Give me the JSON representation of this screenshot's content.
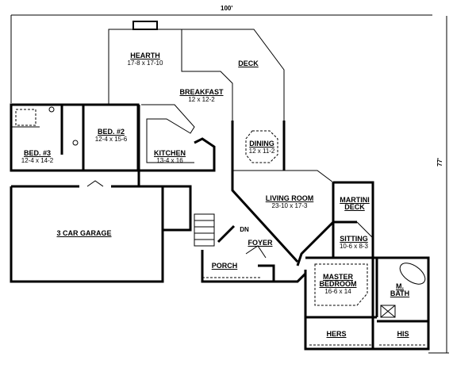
{
  "dimensions": {
    "width": "100'",
    "depth": "77'"
  },
  "rooms": [
    {
      "name": "HEARTH",
      "size": "17-8 x 17-10"
    },
    {
      "name": "BREAKFAST",
      "size": "12 x 12-2"
    },
    {
      "name": "DECK",
      "size": ""
    },
    {
      "name": "BED. #2",
      "size": "12-4 x 15-6"
    },
    {
      "name": "BED. #3",
      "size": "12-4 x 14-2"
    },
    {
      "name": "KITCHEN",
      "size": "13-4 x 16"
    },
    {
      "name": "DINING",
      "size": "12 x 11-2"
    },
    {
      "name": "LIVING ROOM",
      "size": "23-10 x 17-3"
    },
    {
      "name": "MARTINI",
      "size": "DECK"
    },
    {
      "name": "SITTING",
      "size": "10-6 x 8-3"
    },
    {
      "name": "3 CAR GARAGE",
      "size": ""
    },
    {
      "name": "FOYER",
      "size": ""
    },
    {
      "name": "PORCH",
      "size": ""
    },
    {
      "name": "MASTER",
      "size": "BEDROOM"
    },
    {
      "name": "M.",
      "size": "BATH"
    },
    {
      "name": "HERS",
      "size": ""
    },
    {
      "name": "HIS",
      "size": ""
    }
  ],
  "master_size": "16-6 x 14",
  "stair_label": "DN"
}
